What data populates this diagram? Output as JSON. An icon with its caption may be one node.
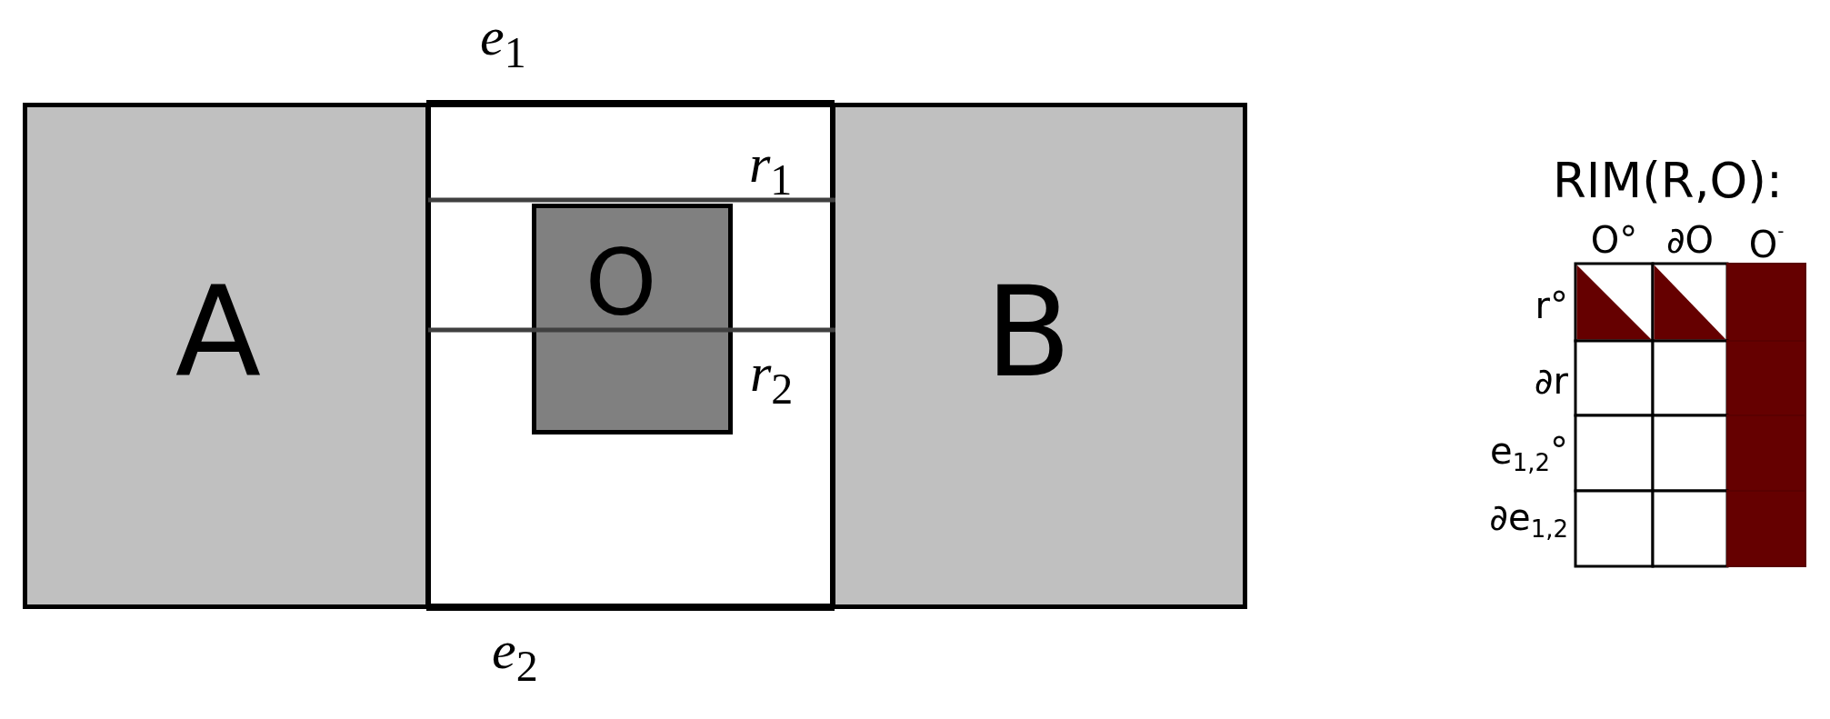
{
  "diagram": {
    "nodes": [
      {
        "text": [
          "A"
        ]
      },
      {
        "text": [],
        "shape": "box"
      },
      {
        "text": [
          "O"
        ],
        "in": 1
      },
      {
        "text": [
          "B"
        ]
      }
    ],
    "labels": [
      "*e*$_{1}$",
      "*r*$_{1}$",
      "*r*$_{2}$",
      "*e*$_{2}$",
      "RIM(R,O):",
      "O°",
      "∂O",
      "O$^{-}$",
      "r°",
      "∂r",
      "e$_{1,2}$°",
      "∂e$_{1,2}$"
    ]
  }
}
